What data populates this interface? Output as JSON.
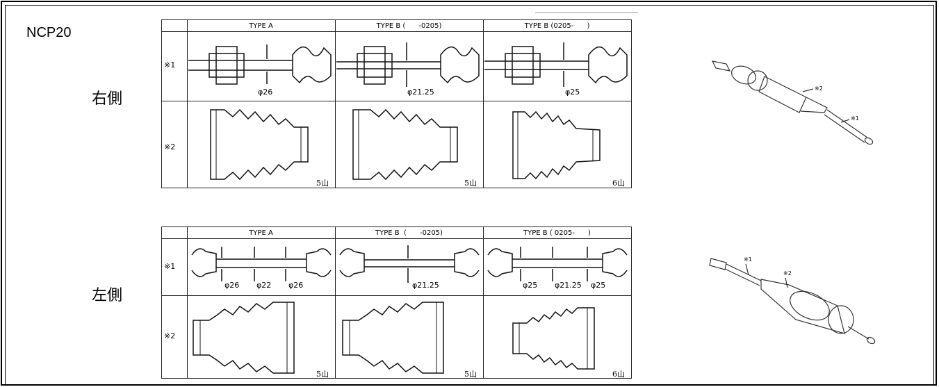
{
  "model": "NCP20",
  "right": {
    "side_label": "右側",
    "headers": [
      "TYPE A",
      "TYPE B (      -0205)",
      "TYPE B (0205-      )"
    ],
    "row_labels": [
      "※1",
      "※2"
    ],
    "dims": [
      [
        "φ26"
      ],
      [
        "φ21.25"
      ],
      [
        "φ25"
      ]
    ],
    "counts": [
      "5山",
      "5山",
      "6山"
    ],
    "shaft_labels": [
      "※2",
      "※1"
    ]
  },
  "left": {
    "side_label": "左側",
    "headers": [
      "TYPE A",
      "TYPE B  (      -0205)",
      "TYPE B ( 0205-      )"
    ],
    "row_labels": [
      "※1",
      "※2"
    ],
    "dims": [
      [
        "φ26",
        "φ22",
        "φ26"
      ],
      [
        "φ21.25"
      ],
      [
        "φ25",
        "φ21.25",
        "φ25"
      ]
    ],
    "counts": [
      "5山",
      "5山",
      "6山"
    ],
    "shaft_labels": [
      "※1",
      "※2"
    ]
  }
}
